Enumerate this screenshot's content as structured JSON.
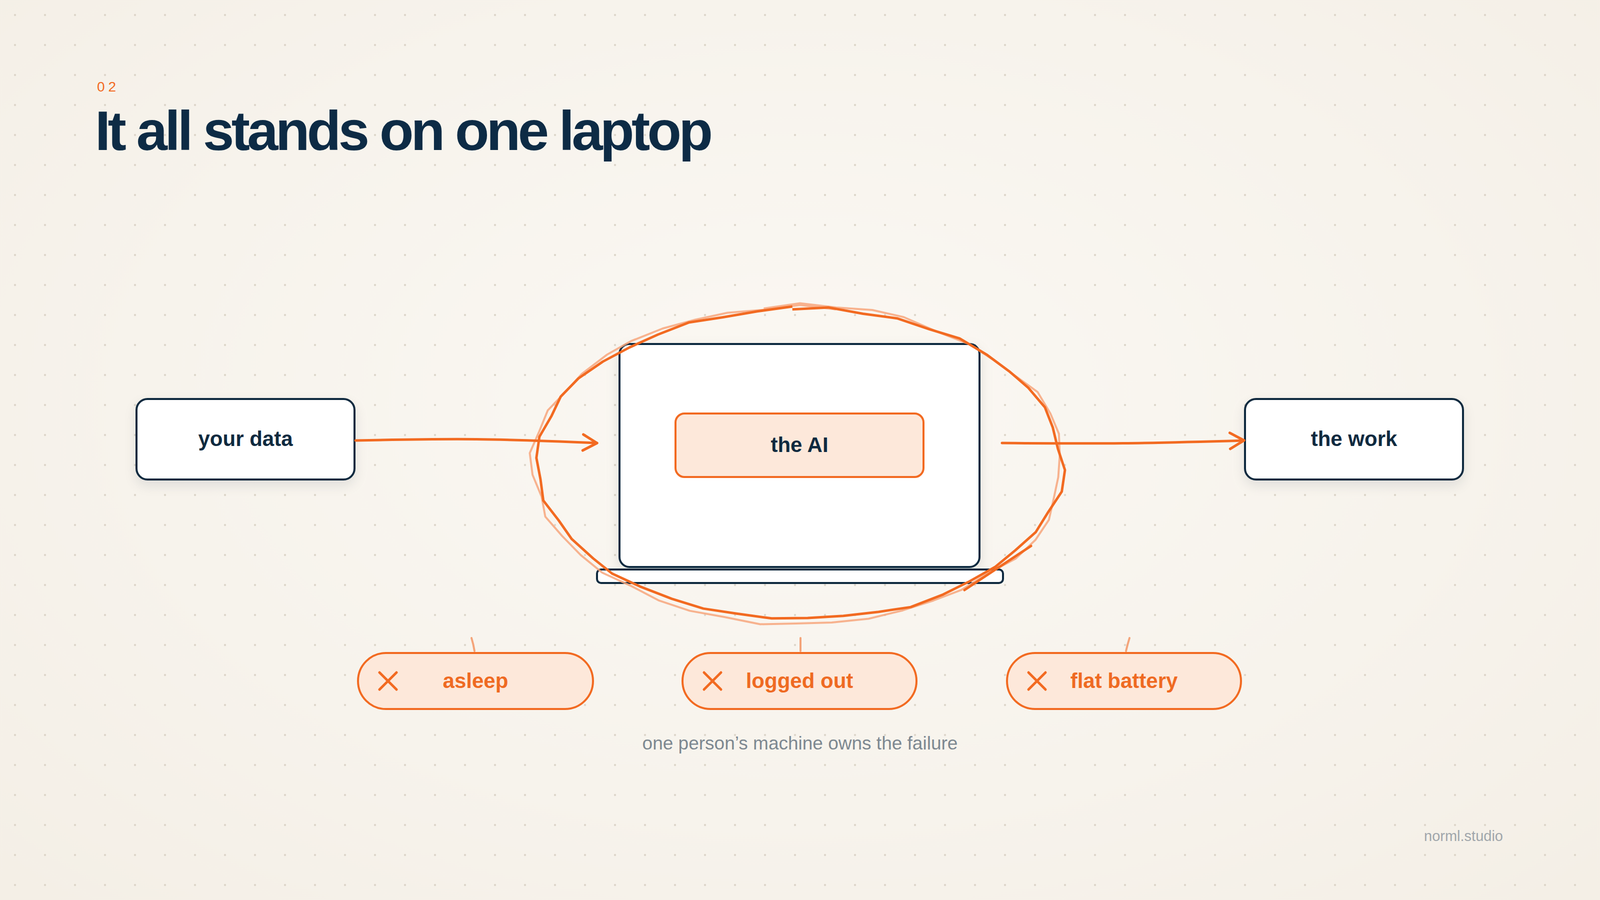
{
  "diagram": {
    "title": "It all stands on one laptop",
    "caption": "one person’s machine owns the failure",
    "nodes": [
      {
        "text": [
          "your data"
        ]
      },
      {
        "text": [
          "the AI"
        ]
      },
      {
        "text": [
          "the work"
        ]
      },
      {
        "text": [
          "asleep"
        ]
      },
      {
        "text": [
          "logged out"
        ]
      },
      {
        "text": [
          "flat battery"
        ]
      }
    ],
    "edges": [
      {
        "from": 0,
        "to": 1,
        "arrow": "to"
      },
      {
        "from": 1,
        "to": 2,
        "arrow": "to"
      }
    ],
    "labels": [
      "02",
      "norml.studio"
    ]
  }
}
